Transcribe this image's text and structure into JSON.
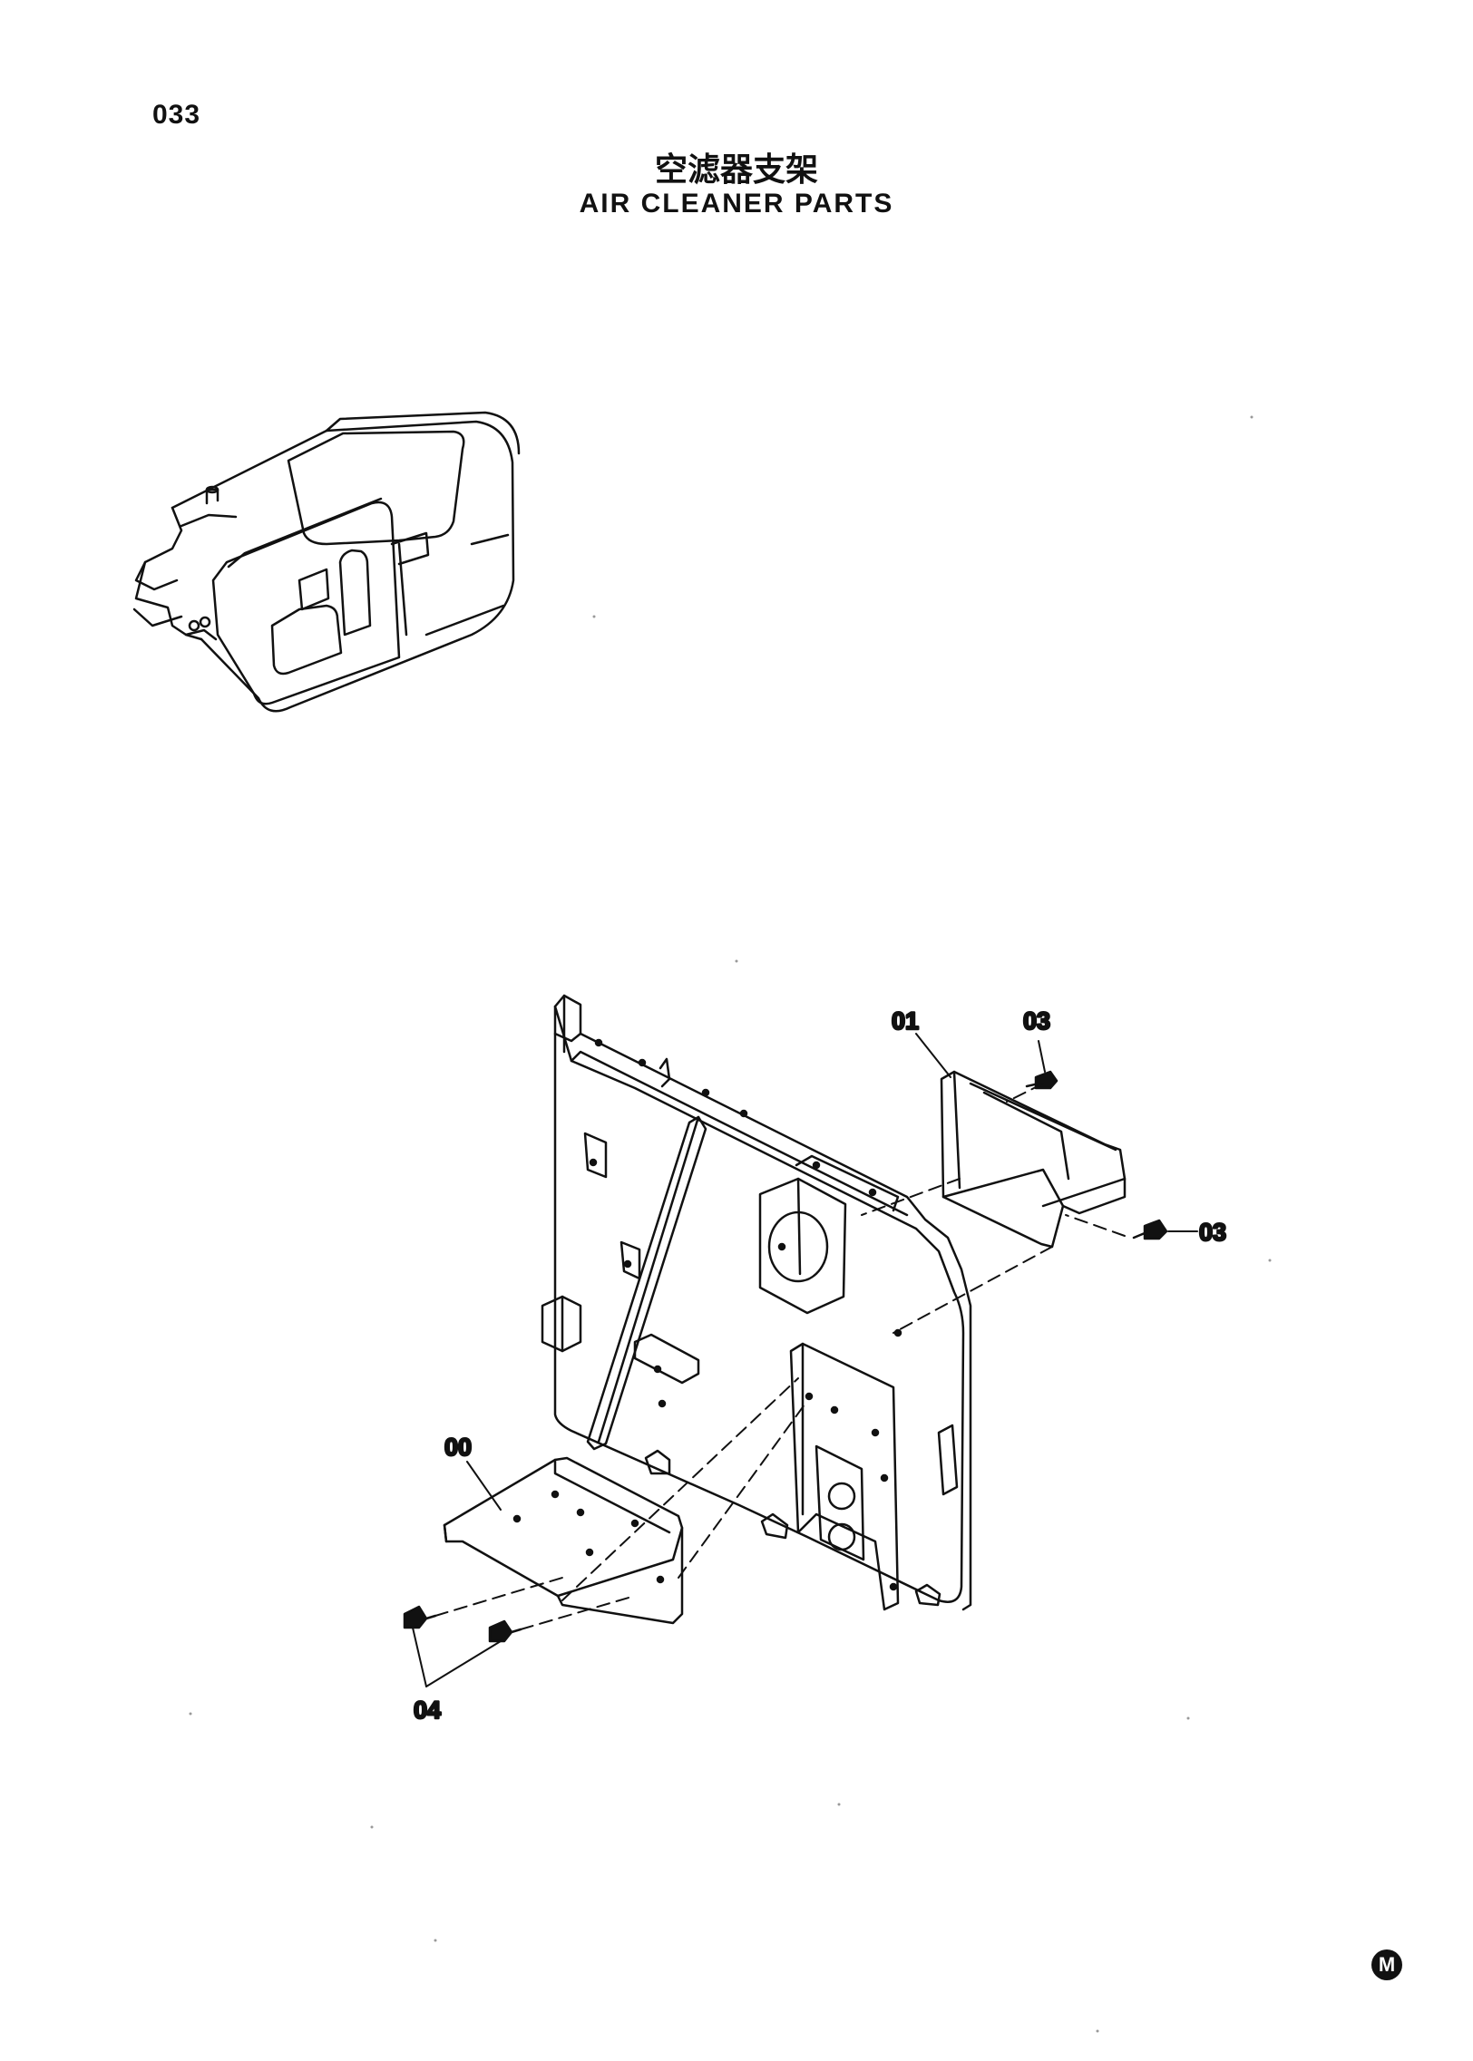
{
  "page": {
    "number": "033",
    "title_cn": "空滤器支架",
    "title_en": "AIR CLEANER PARTS",
    "mark": "M"
  },
  "callouts": [
    "00",
    "01",
    "03",
    "03",
    "04"
  ],
  "colors": {
    "line": "#111111",
    "background": "#ffffff"
  },
  "icons": [
    "circled-m-icon"
  ]
}
